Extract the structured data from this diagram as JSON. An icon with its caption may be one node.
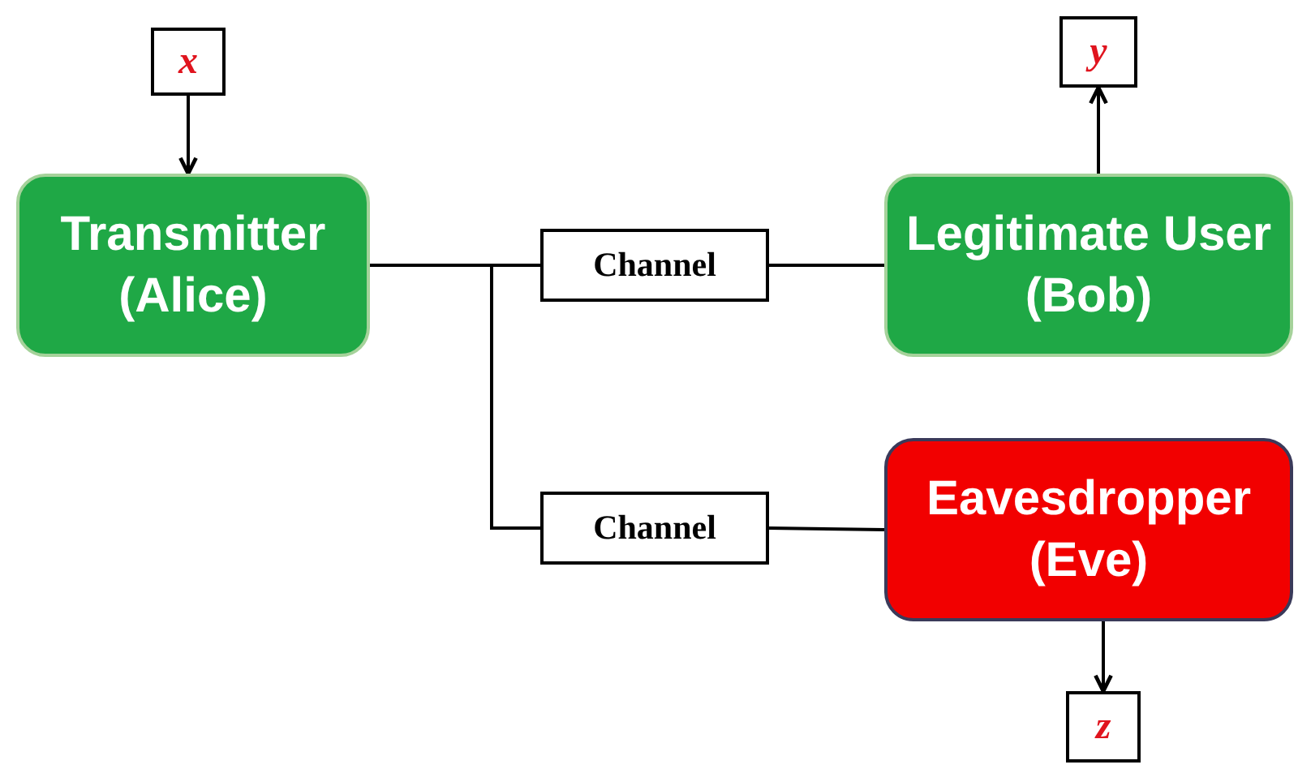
{
  "diagram": {
    "nodes": [
      {
        "text": [
          "x"
        ]
      },
      {
        "text": [
          "Transmitter (Alice)"
        ]
      },
      {
        "text": [
          "y"
        ]
      },
      {
        "text": [
          "Channel"
        ]
      },
      {
        "text": [
          "Legitimate User (Bob)"
        ]
      },
      {
        "text": [
          "Channel"
        ]
      },
      {
        "text": [
          "Eavesdropper (Eve)"
        ]
      },
      {
        "text": [
          "z"
        ]
      }
    ],
    "edges": [
      {
        "from": 0,
        "to": 1,
        "arrow": "to"
      },
      {
        "from": 1,
        "to": 3,
        "arrow": "none"
      },
      {
        "from": 3,
        "to": 4,
        "arrow": "none"
      },
      {
        "from": 1,
        "to": 5,
        "arrow": "none"
      },
      {
        "from": 5,
        "to": 6,
        "arrow": "none"
      },
      {
        "from": 4,
        "to": 2,
        "arrow": "to"
      },
      {
        "from": 6,
        "to": 7,
        "arrow": "to"
      }
    ]
  }
}
